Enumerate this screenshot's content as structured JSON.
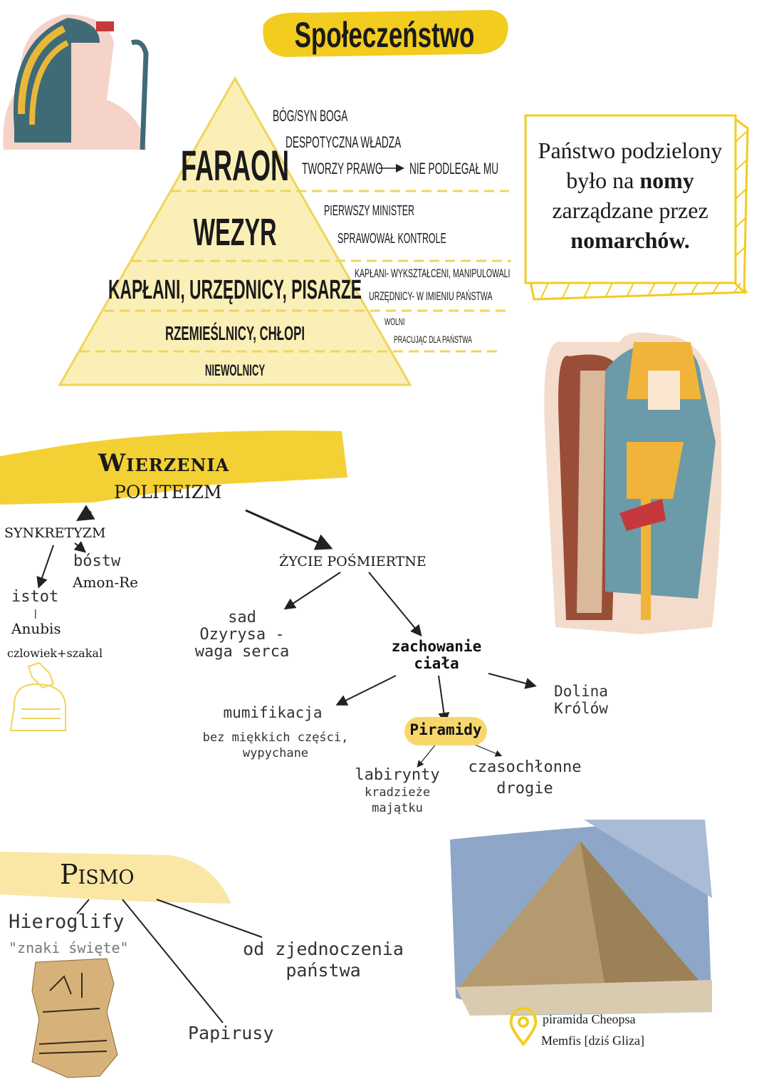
{
  "title": "Społeczeństwo",
  "pyramid": {
    "levels": [
      "FARAON",
      "WEZYR",
      "KAPŁANI, URZĘDNICY, PISARZE",
      "RZEMIEŚLNICY, CHŁOPI",
      "NIEWOLNICY"
    ],
    "notes": {
      "faraon": [
        "BÓG/SYN BOGA",
        "DESPOTYCZNA WŁADZA",
        "TWORZY PRAWO",
        "NIE PODLEGAŁ MU"
      ],
      "wezyr": [
        "PIERWSZY MINISTER",
        "SPRAWOWAŁ KONTROLE"
      ],
      "kaplani": [
        "KAPŁANI- WYKSZTAŁCENI, MANIPULOWALI",
        "URZĘDNICY- W IMIENIU PAŃSTWA"
      ],
      "rzemieslnicy": [
        "WOLNI",
        "PRACUJĄC DLA PAŃSTWA"
      ]
    }
  },
  "info_box": {
    "line1": "Państwo podzielony",
    "line2a": "było na ",
    "line2b": "nomy",
    "line3": "zarządzane przez",
    "line4": "nomarchów."
  },
  "beliefs": {
    "heading": "Wierzenia",
    "sub": "POLITEIZM",
    "synkretyzm": "SYNKRETYZM",
    "bostw": "bóstw",
    "amon": "Amon-Re",
    "istot": "istot",
    "anubis": "Anubis",
    "czlowiek": "czlowiek+szakal",
    "zycie": "ŻYCIE POŚMIERTNE",
    "sad": [
      "sad",
      "Ozyrysa -",
      "waga serca"
    ],
    "zachowanie": [
      "zachowanie",
      "ciała"
    ],
    "mumifikacja": "mumifikacja",
    "mumi_desc": [
      "bez miękkich części,",
      "wypychane"
    ],
    "piramidy": "Piramidy",
    "dolina": [
      "Dolina",
      "Królów"
    ],
    "labirynty": "labirynty",
    "kradzieze": [
      "kradzieże",
      "majątku"
    ],
    "czaso": [
      "czasochłonne",
      "drogie"
    ]
  },
  "writing": {
    "heading": "Pismo",
    "hieroglify": "Hieroglify",
    "znaki": "\"znaki święte\"",
    "zjednoczenia": [
      "od zjednoczenia",
      "państwa"
    ],
    "papirusy": "Papirusy"
  },
  "photo": {
    "caption1": "piramida Cheopsa",
    "caption2": "Memfis [dziś Gliza]"
  },
  "colors": {
    "yellow": "#f2cc1e",
    "pale": "#fbefb8",
    "line": "#efd55a"
  }
}
